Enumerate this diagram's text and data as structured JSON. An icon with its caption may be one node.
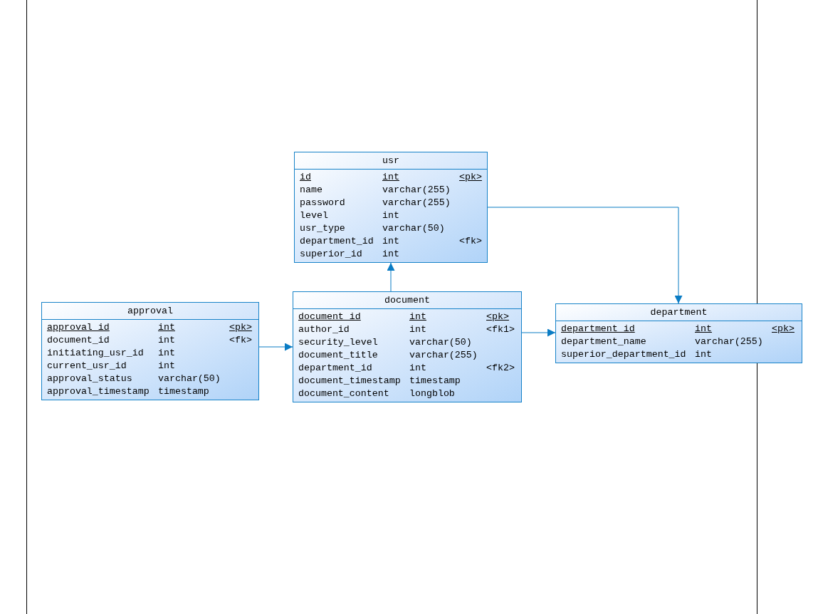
{
  "diagram": {
    "nodes": [
      {
        "text": [
          "usr",
          "id",
          "int",
          "<pk>",
          "name",
          "varchar(255)",
          "password",
          "varchar(255)",
          "level",
          "int",
          "usr_type",
          "varchar(50)",
          "department_id",
          "int",
          "<fk>",
          "superior_id",
          "int"
        ]
      },
      {
        "text": [
          "approval",
          "approval_id",
          "int",
          "<pk>",
          "document_id",
          "int",
          "<fk>",
          "initiating_usr_id",
          "int",
          "current_usr_id",
          "int",
          "approval_status",
          "varchar(50)",
          "approval_timestamp",
          "timestamp"
        ]
      },
      {
        "text": [
          "document",
          "document_id",
          "int",
          "<pk>",
          "author_id",
          "int",
          "<fk1>",
          "security_level",
          "varchar(50)",
          "document_title",
          "varchar(255)",
          "department_id",
          "int",
          "<fk2>",
          "document_timestamp",
          "timestamp",
          "document_content",
          "longblob"
        ]
      },
      {
        "text": [
          "department",
          "department_id",
          "int",
          "<pk>",
          "department_name",
          "varchar(255)",
          "superior_department_id",
          "int"
        ]
      }
    ],
    "edges": [
      {
        "from": 1,
        "to": 2,
        "arrow": "to"
      },
      {
        "from": 2,
        "to": 0,
        "arrow": "to"
      },
      {
        "from": 2,
        "to": 3,
        "arrow": "to"
      },
      {
        "from": 0,
        "to": 3,
        "arrow": "to"
      }
    ]
  }
}
